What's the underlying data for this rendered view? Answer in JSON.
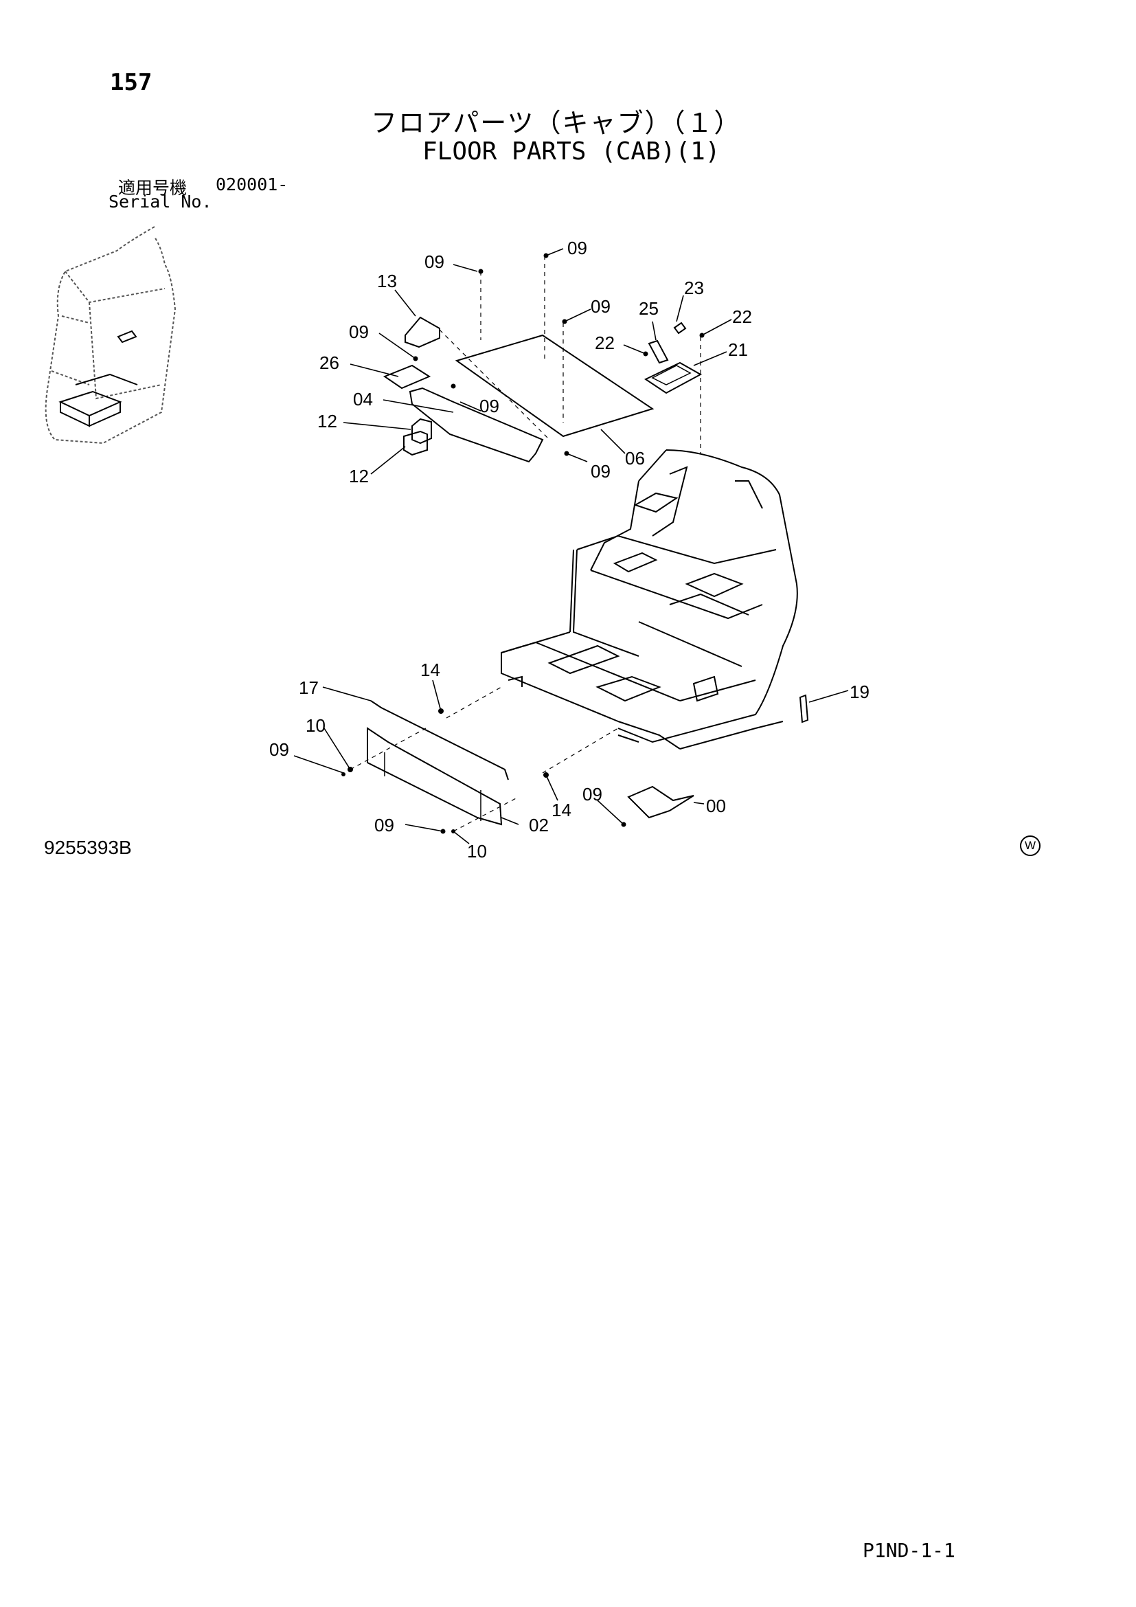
{
  "page_number": "157",
  "title_jp": "フロアパーツ（キャブ）（１）",
  "title_en": "FLOOR PARTS (CAB)(1)",
  "serial": {
    "jp_label": "適用号機",
    "value": "020001-",
    "en_label": "Serial No."
  },
  "drawing_number": "9255393B",
  "footer_code": "P1ND-1-1",
  "w_mark": "W",
  "callouts": [
    "09",
    "09",
    "13",
    "09",
    "23",
    "25",
    "22",
    "09",
    "22",
    "21",
    "26",
    "04",
    "09",
    "12",
    "06",
    "12",
    "09",
    "17",
    "14",
    "19",
    "10",
    "09",
    "14",
    "09",
    "00",
    "09",
    "02",
    "10"
  ]
}
